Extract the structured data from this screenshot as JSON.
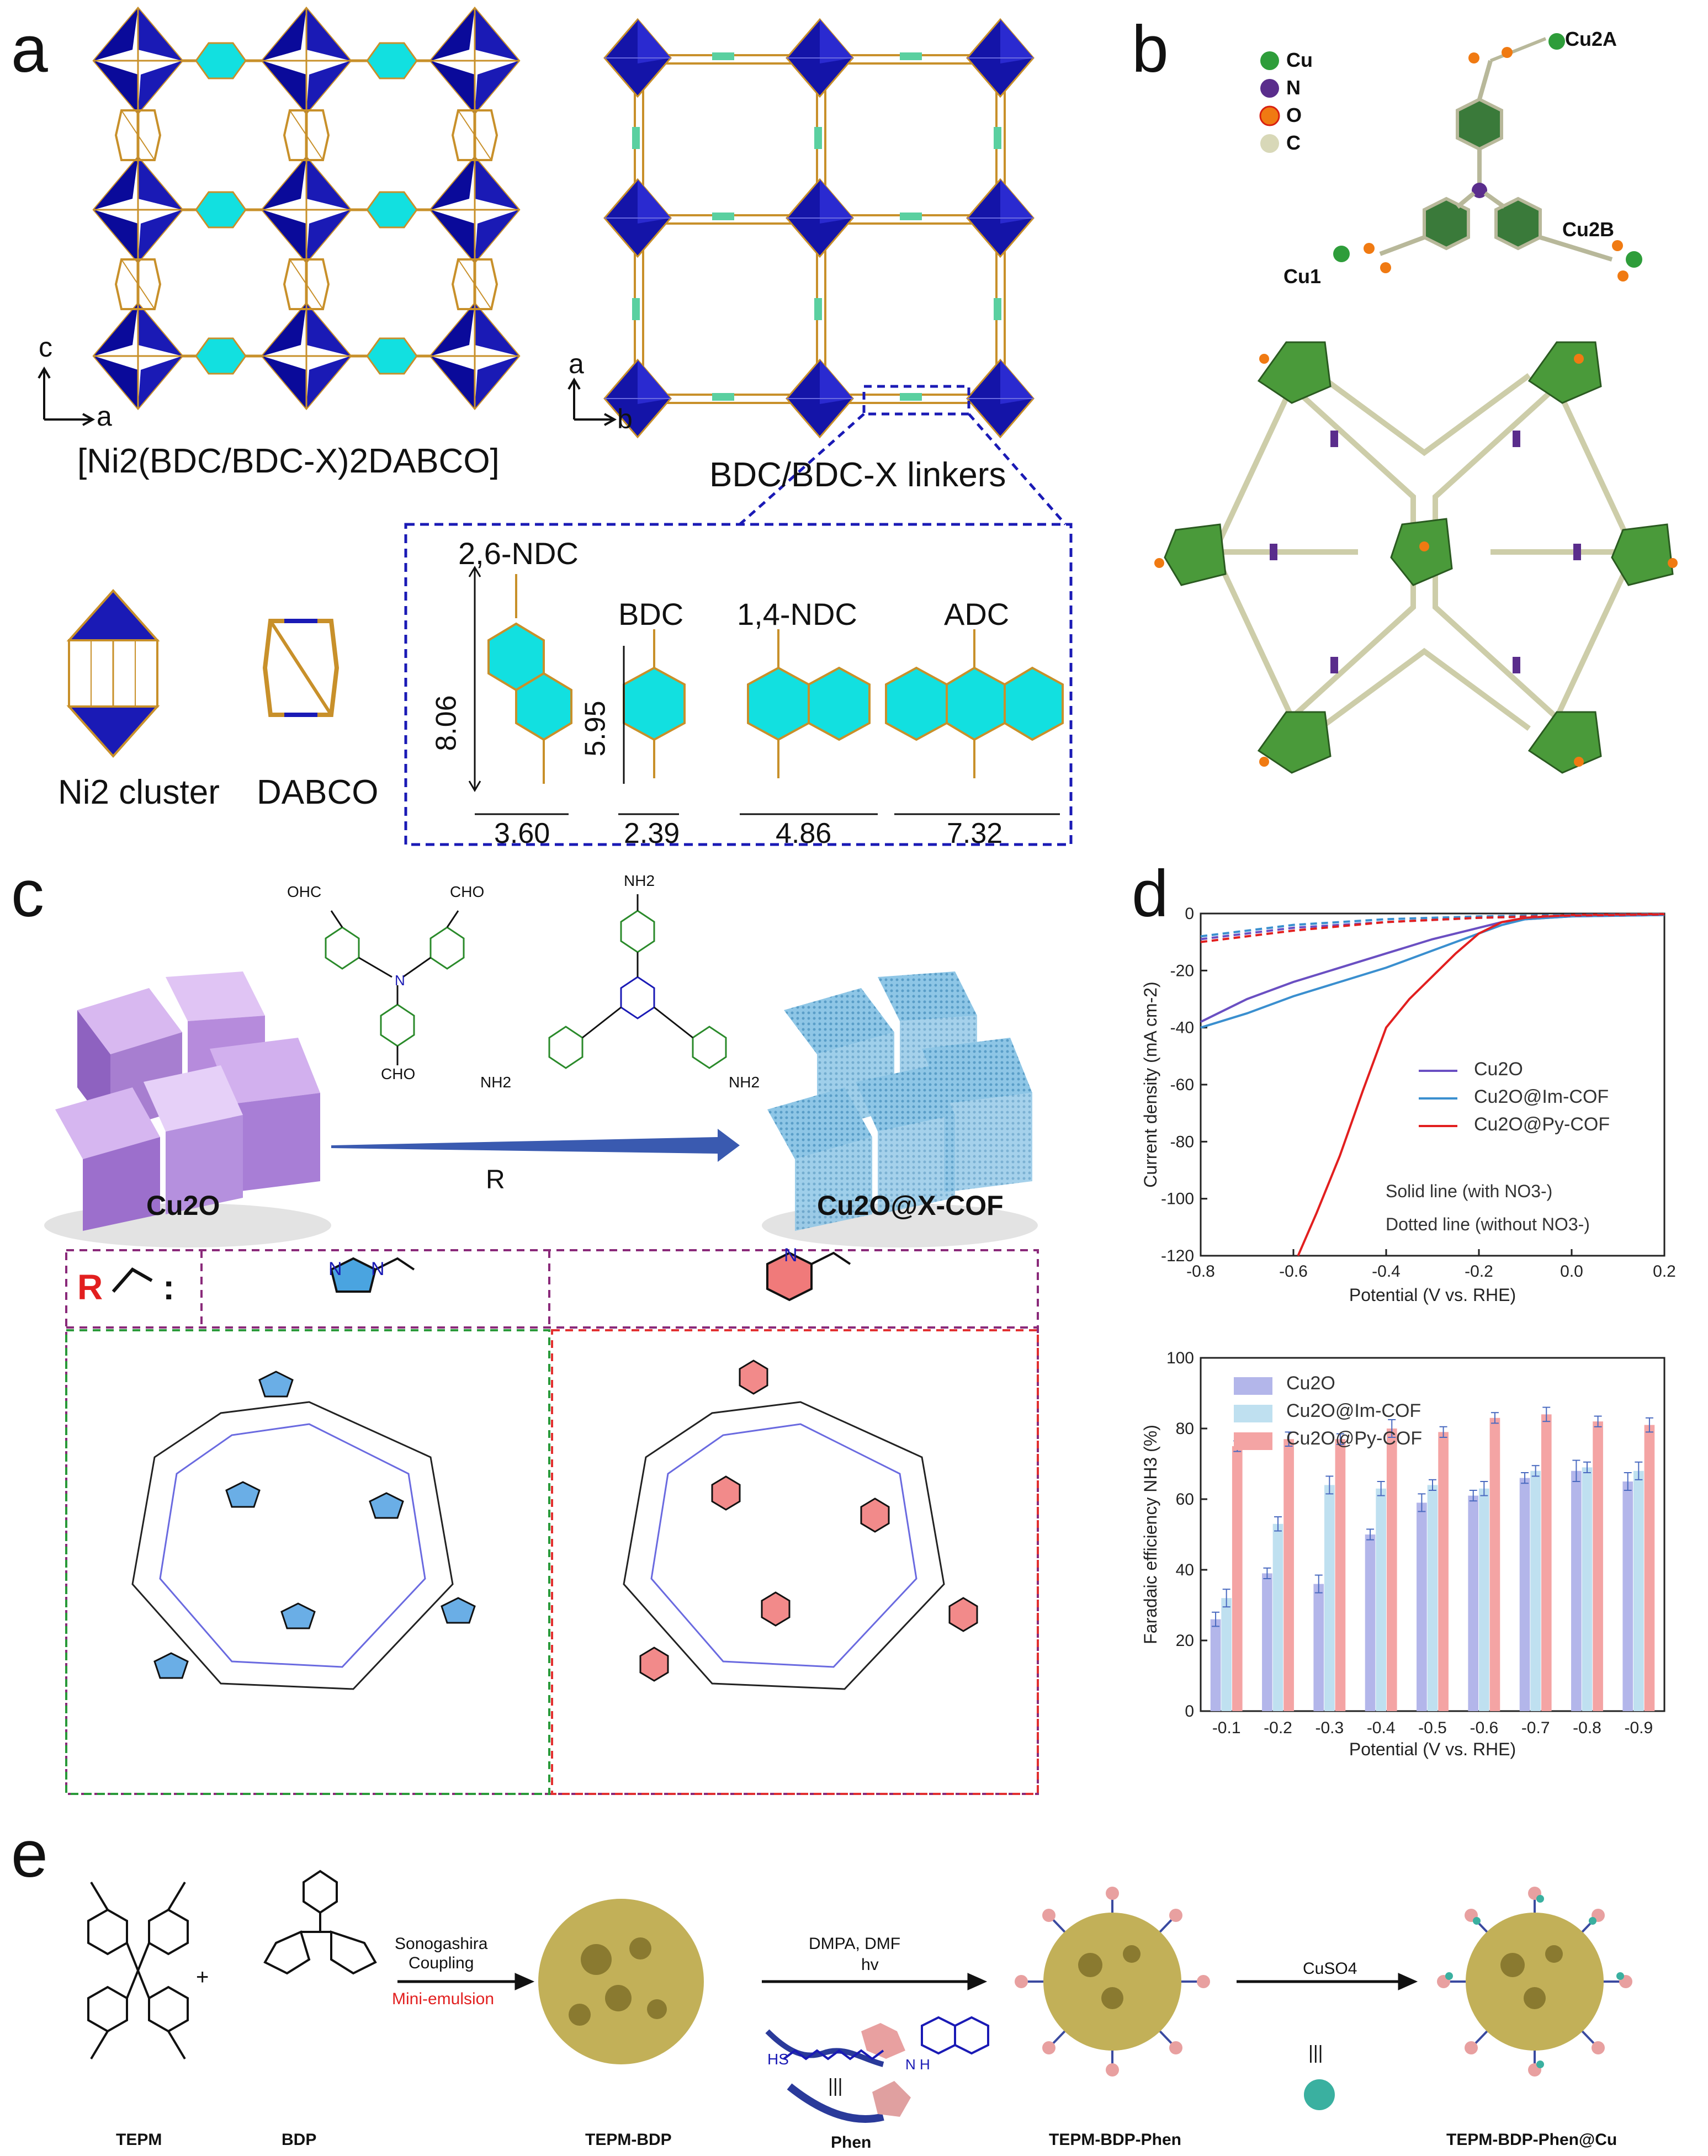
{
  "panel_letters": {
    "a": "a",
    "b": "b",
    "c": "c",
    "d": "d",
    "e": "e"
  },
  "panel_a": {
    "framework_left_label": "[Ni2(BDC/BDC-X)2DABCO]",
    "framework_right_label": "BDC/BDC-X linkers",
    "axis_left": {
      "vertical": "c",
      "horizontal": "a"
    },
    "axis_right": {
      "vertical": "a",
      "horizontal": "b"
    },
    "cluster_label": "Ni2 cluster",
    "dabco_label": "DABCO",
    "linkers": [
      {
        "name": "2,6-NDC",
        "height": "8.06",
        "width": "3.60"
      },
      {
        "name": "BDC",
        "height": "5.95",
        "width": "2.39"
      },
      {
        "name": "1,4-NDC",
        "width": "4.86"
      },
      {
        "name": "ADC",
        "width": "7.32"
      }
    ]
  },
  "panel_b": {
    "legend": [
      {
        "label": "Cu",
        "color": "#2e9d3a"
      },
      {
        "label": "N",
        "color": "#5a2d8c"
      },
      {
        "label": "O",
        "color": "#f07a12"
      },
      {
        "label": "C",
        "color": "#d8d8b8"
      }
    ],
    "atom_labels": [
      "Cu2A",
      "Cu2B",
      "Cu1"
    ]
  },
  "panel_c": {
    "cu2o_label": "Cu2O",
    "product_label": "Cu2O@X-COF",
    "reagent_label": "R",
    "aldehyde_labels": [
      "OHC",
      "CHO",
      "CHO"
    ],
    "amine_labels": [
      "NH2",
      "NH2",
      "NH2"
    ],
    "table_r_label": "R",
    "table_colon": ":"
  },
  "panel_d": {
    "top_legend": [
      "Cu2O",
      "Cu2O@Im-COF",
      "Cu2O@Py-COF"
    ],
    "top_notes": [
      "Solid line (with NO3-)",
      "Dotted line (without NO3-)"
    ],
    "bottom_legend": [
      "Cu2O",
      "Cu2O@Im-COF",
      "Cu2O@Py-COF"
    ]
  },
  "chart_data": [
    {
      "type": "line",
      "xlabel": "Potential (V vs. RHE)",
      "ylabel": "Current density (mA cm-2)",
      "xlim": [
        -0.8,
        0.2
      ],
      "ylim": [
        -120,
        0
      ],
      "xticks": [
        "-0.8",
        "-0.6",
        "-0.4",
        "-0.2",
        "0.0",
        "0.2"
      ],
      "yticks": [
        "0",
        "-20",
        "-40",
        "-60",
        "-80",
        "-100",
        "-120"
      ],
      "series": [
        {
          "name": "Cu2O",
          "color": "#6a4fc2",
          "style": "solid",
          "x": [
            -0.8,
            -0.7,
            -0.6,
            -0.5,
            -0.4,
            -0.3,
            -0.2,
            -0.15,
            -0.1,
            0.0,
            0.2
          ],
          "y": [
            -38,
            -30,
            -24,
            -19,
            -14,
            -9,
            -5,
            -3,
            -2,
            -1,
            -0.5
          ]
        },
        {
          "name": "Cu2O@Im-COF",
          "color": "#3a8fcf",
          "style": "solid",
          "x": [
            -0.8,
            -0.7,
            -0.6,
            -0.5,
            -0.4,
            -0.3,
            -0.2,
            -0.15,
            -0.1,
            0.0,
            0.2
          ],
          "y": [
            -40,
            -35,
            -29,
            -24,
            -19,
            -13,
            -7,
            -4,
            -2,
            -1,
            -0.5
          ]
        },
        {
          "name": "Cu2O@Py-COF",
          "color": "#e21f1f",
          "style": "solid",
          "x": [
            -0.59,
            -0.55,
            -0.5,
            -0.45,
            -0.4,
            -0.35,
            -0.3,
            -0.25,
            -0.2,
            -0.15,
            -0.1,
            0.0,
            0.2
          ],
          "y": [
            -120,
            -105,
            -85,
            -62,
            -40,
            -30,
            -22,
            -14,
            -7,
            -3,
            -1.5,
            -0.5,
            -0.2
          ]
        },
        {
          "name": "Cu2O",
          "color": "#6a4fc2",
          "style": "dotted",
          "x": [
            -0.8,
            -0.6,
            -0.4,
            -0.2,
            0.0,
            0.2
          ],
          "y": [
            -9,
            -5,
            -3,
            -1.5,
            -0.8,
            -0.3
          ]
        },
        {
          "name": "Cu2O@Im-COF",
          "color": "#3a8fcf",
          "style": "dotted",
          "x": [
            -0.8,
            -0.6,
            -0.4,
            -0.2,
            0.0,
            0.2
          ],
          "y": [
            -8,
            -4,
            -2,
            -1,
            -0.5,
            -0.2
          ]
        },
        {
          "name": "Cu2O@Py-COF",
          "color": "#e21f1f",
          "style": "dotted",
          "x": [
            -0.8,
            -0.6,
            -0.4,
            -0.2,
            0.0,
            0.2
          ],
          "y": [
            -10,
            -6,
            -3,
            -1.5,
            -0.7,
            -0.3
          ]
        }
      ]
    },
    {
      "type": "bar",
      "xlabel": "Potential (V vs. RHE)",
      "ylabel": "Faradaic efficiency NH3 (%)",
      "ylim": [
        0,
        100
      ],
      "yticks": [
        "0",
        "20",
        "40",
        "60",
        "80",
        "100"
      ],
      "categories": [
        "-0.1",
        "-0.2",
        "-0.3",
        "-0.4",
        "-0.5",
        "-0.6",
        "-0.7",
        "-0.8",
        "-0.9"
      ],
      "series": [
        {
          "name": "Cu2O",
          "color": "#b3b6ea",
          "values": [
            26,
            39,
            36,
            50,
            59,
            61,
            66,
            68,
            65
          ],
          "errors": [
            2,
            1.5,
            2.5,
            1.5,
            2.5,
            1.5,
            1.5,
            3,
            2.5
          ]
        },
        {
          "name": "Cu2O@Im-COF",
          "color": "#bfe0f0",
          "values": [
            32,
            53,
            64,
            63,
            64,
            63,
            68,
            69,
            68
          ],
          "errors": [
            2.5,
            2,
            2.5,
            2,
            1.5,
            2,
            1.5,
            1.5,
            2.5
          ]
        },
        {
          "name": "Cu2O@Py-COF",
          "color": "#f4a4a4",
          "values": [
            75,
            77,
            77,
            80,
            79,
            83,
            84,
            82,
            81
          ],
          "errors": [
            1.5,
            2,
            1.5,
            2.5,
            1.5,
            1.5,
            2,
            1.5,
            2
          ]
        }
      ]
    }
  ],
  "panel_e": {
    "labels": [
      "TEPM",
      "BDP",
      "TEPM-BDP",
      "Phen",
      "TEPM-BDP-Phen",
      "TEPM-BDP-Phen@Cu"
    ],
    "plus": "+",
    "step1": [
      "Sonogashira",
      "Coupling",
      "Mini-emulsion"
    ],
    "step2": [
      "DMPA,  DMF",
      "hv"
    ],
    "step3": [
      "CuSO4"
    ],
    "hs_label": "HS",
    "nh_label": "N H",
    "equivalence": "|||"
  }
}
